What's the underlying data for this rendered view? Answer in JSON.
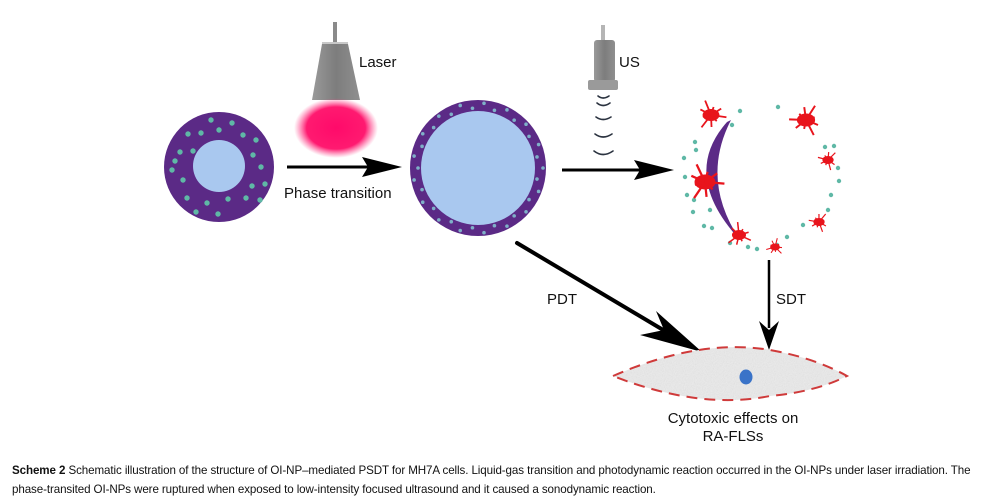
{
  "figure": {
    "labels": {
      "laser": "Laser",
      "us": "US",
      "phase_transition": "Phase transition",
      "pdt": "PDT",
      "sdt": "SDT",
      "result_line1": "Cytotoxic effects on",
      "result_line2": "RA-FLSs"
    },
    "icons": {
      "laser_device": "laser-device-icon",
      "ultrasound_probe": "ultrasound-probe-icon"
    },
    "colors": {
      "shell_purple": "#5b2a86",
      "core_blue": "#a9c8ef",
      "drug_teal": "#5fb8a6",
      "laser_glow": "#ff0a6a",
      "device_gray": "#8a8a8a",
      "splat_red": "#e8141c",
      "cell_border": "#cf3a3a",
      "cell_fill": "#ececec",
      "nucleus_blue": "#3a73c8",
      "arrow": "#000000"
    }
  },
  "caption": {
    "label": "Scheme 2",
    "text": "Schematic illustration of the structure of OI-NP–mediated PSDT for MH7A cells. Liquid-gas transition and photodynamic reaction occurred in the OI-NPs under laser irradiation. The phase-transited OI-NPs were ruptured when exposed to low-intensity focused ultrasound and it caused a sonodynamic reaction."
  }
}
